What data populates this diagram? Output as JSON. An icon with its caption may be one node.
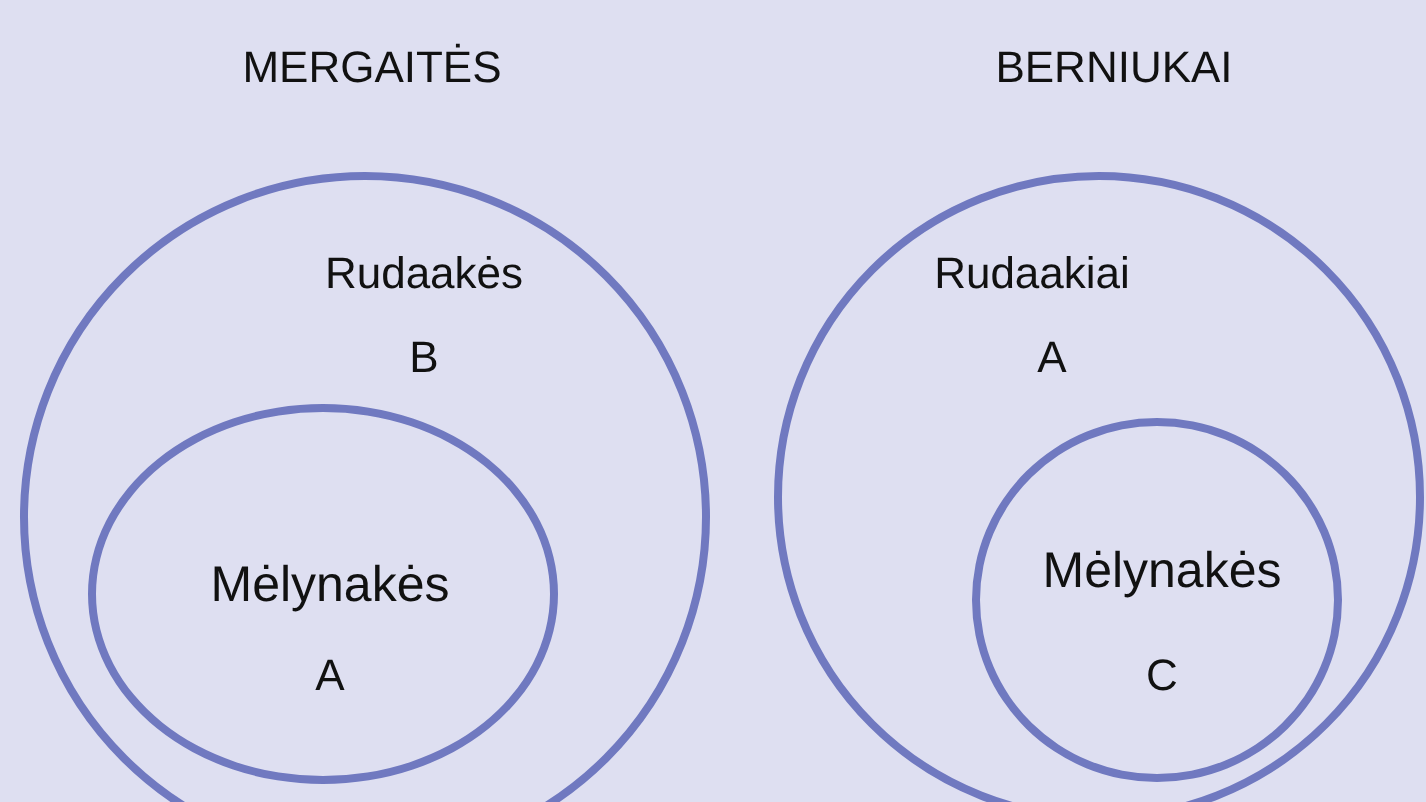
{
  "diagram": {
    "nodes": [
      {
        "text": [
          "MERGAITĖS",
          "Rudaakės",
          "B"
        ]
      },
      {
        "text": [
          "Mėlynakės",
          "A"
        ],
        "in": 0
      },
      {
        "text": [
          "BERNIUKAI",
          "Rudaakiai",
          "A"
        ]
      },
      {
        "text": [
          "Mėlynakės",
          "C"
        ],
        "in": 2
      }
    ]
  }
}
